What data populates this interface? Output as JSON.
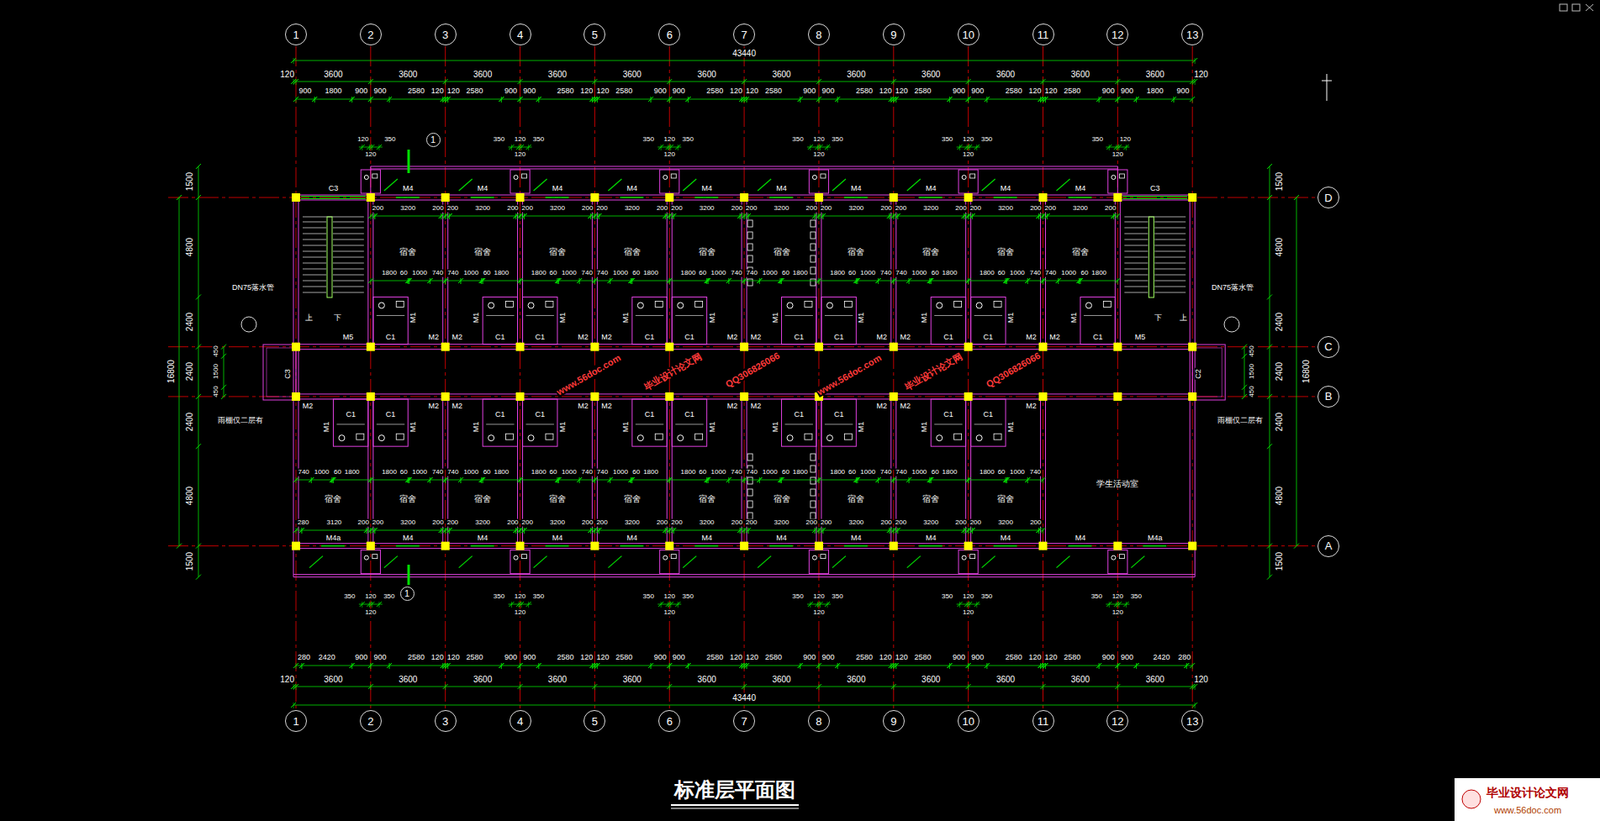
{
  "diagram": {
    "title": "标准层平面图",
    "nodes": [
      {
        "text": [
          "1"
        ]
      },
      {
        "text": [
          "2"
        ]
      },
      {
        "text": [
          "3"
        ]
      },
      {
        "text": [
          "4"
        ]
      },
      {
        "text": [
          "5"
        ]
      },
      {
        "text": [
          "6"
        ]
      },
      {
        "text": [
          "7"
        ]
      },
      {
        "text": [
          "8"
        ]
      },
      {
        "text": [
          "9"
        ]
      },
      {
        "text": [
          "10"
        ]
      },
      {
        "text": [
          "11"
        ]
      },
      {
        "text": [
          "12"
        ]
      },
      {
        "text": [
          "13"
        ]
      },
      {
        "text": [
          "1"
        ]
      },
      {
        "text": [
          "D"
        ]
      },
      {
        "text": [
          "C"
        ]
      },
      {
        "text": [
          "B"
        ]
      },
      {
        "text": [
          "A"
        ]
      },
      {
        "text": [
          "1"
        ]
      },
      {
        "text": [
          "1"
        ]
      },
      {
        "text": [
          "2"
        ]
      },
      {
        "text": [
          "3"
        ]
      },
      {
        "text": [
          "4"
        ]
      },
      {
        "text": [
          "5"
        ]
      },
      {
        "text": [
          "6"
        ]
      },
      {
        "text": [
          "7"
        ]
      },
      {
        "text": [
          "8"
        ]
      },
      {
        "text": [
          "9"
        ]
      },
      {
        "text": [
          "10"
        ]
      },
      {
        "text": [
          "11"
        ]
      },
      {
        "text": [
          "12"
        ]
      },
      {
        "text": [
          "13"
        ]
      }
    ],
    "labels": [
      "43440",
      "120",
      "3600",
      "3600",
      "3600",
      "3600",
      "3600",
      "3600",
      "3600",
      "3600",
      "3600",
      "3600",
      "3600",
      "3600",
      "120",
      "900",
      "1800",
      "900",
      "900",
      "2580",
      "120",
      "120",
      "2580",
      "900",
      "900",
      "2580",
      "120",
      "120",
      "2580",
      "900",
      "900",
      "2580",
      "120",
      "120",
      "2580",
      "900",
      "900",
      "2580",
      "120",
      "120",
      "2580",
      "900",
      "900",
      "2580",
      "120",
      "120",
      "2580",
      "900",
      "900",
      "1800",
      "900",
      "120",
      "350",
      "350",
      "120",
      "350",
      "350",
      "120",
      "350",
      "350",
      "120",
      "350",
      "350",
      "120",
      "350",
      "350",
      "120",
      "120",
      "120",
      "120",
      "120",
      "120",
      "120",
      "200",
      "3200",
      "200",
      "200",
      "3200",
      "200",
      "200",
      "3200",
      "200",
      "200",
      "3200",
      "200",
      "200",
      "3200",
      "200",
      "200",
      "3200",
      "200",
      "200",
      "3200",
      "200",
      "200",
      "3200",
      "200",
      "200",
      "3200",
      "200",
      "200",
      "3200",
      "200",
      "宿舍",
      "宿舍",
      "宿舍",
      "宿舍",
      "宿舍",
      "宿舍",
      "宿舍",
      "宿舍",
      "宿舍",
      "宿舍",
      "1800",
      "60",
      "1000",
      "740",
      "740",
      "1000",
      "60",
      "1800",
      "1800",
      "60",
      "1000",
      "740",
      "740",
      "1000",
      "60",
      "1800",
      "1800",
      "60",
      "1000",
      "740",
      "740",
      "1000",
      "60",
      "1800",
      "1800",
      "60",
      "1000",
      "740",
      "740",
      "1000",
      "60",
      "1800",
      "1800",
      "60",
      "1000",
      "740",
      "740",
      "1000",
      "60",
      "1800",
      "C3",
      "M4",
      "M4",
      "M4",
      "M4",
      "M4",
      "M4",
      "M4",
      "M4",
      "M4",
      "M4",
      "C3",
      "上",
      "下",
      "下",
      "上",
      "M5",
      "M5",
      "DN75落水管",
      "DN75落水管",
      "C3",
      "C2",
      "雨棚仅二层有",
      "雨棚仅二层有",
      "C1",
      "M1",
      "M2",
      "C1",
      "M1",
      "M2",
      "C1",
      "M1",
      "M2",
      "C1",
      "M1",
      "M2",
      "C1",
      "M1",
      "M2",
      "C1",
      "M1",
      "M2",
      "C1",
      "M1",
      "M2",
      "C1",
      "M1",
      "M2",
      "C1",
      "M1",
      "M2",
      "C1",
      "M1",
      "M2",
      "M2",
      "C1",
      "M1",
      "M2",
      "C1",
      "M1",
      "M2",
      "C1",
      "M1",
      "M2",
      "C1",
      "M1",
      "M2",
      "C1",
      "M1",
      "M2",
      "C1",
      "M1",
      "M2",
      "C1",
      "M1",
      "M2",
      "C1",
      "M1",
      "M2",
      "C1",
      "M1",
      "M2",
      "C1",
      "M1",
      "740",
      "1000",
      "60",
      "1800",
      "1800",
      "60",
      "1000",
      "740",
      "740",
      "1000",
      "60",
      "1800",
      "1800",
      "60",
      "1000",
      "740",
      "740",
      "1000",
      "60",
      "1800",
      "1800",
      "60",
      "1000",
      "740",
      "740",
      "1000",
      "60",
      "1800",
      "1800",
      "60",
      "1000",
      "740",
      "740",
      "1000",
      "60",
      "1800",
      "1800",
      "60",
      "1000",
      "740",
      "宿舍",
      "宿舍",
      "宿舍",
      "宿舍",
      "宿舍",
      "宿舍",
      "宿舍",
      "宿舍",
      "宿舍",
      "宿舍",
      "学生活动室",
      "280",
      "3120",
      "200",
      "200",
      "3200",
      "200",
      "200",
      "3200",
      "200",
      "200",
      "3200",
      "200",
      "200",
      "3200",
      "200",
      "200",
      "3200",
      "200",
      "200",
      "3200",
      "200",
      "200",
      "3200",
      "200",
      "200",
      "3200",
      "200",
      "200",
      "3200",
      "200",
      "M4a",
      "M4",
      "M4",
      "M4",
      "M4",
      "M4",
      "M4",
      "M4",
      "M4",
      "M4",
      "M4",
      "M4a",
      "350",
      "120",
      "350",
      "350",
      "120",
      "350",
      "350",
      "120",
      "350",
      "350",
      "120",
      "350",
      "350",
      "120",
      "350",
      "350",
      "120",
      "350",
      "120",
      "120",
      "120",
      "120",
      "120",
      "120",
      "280",
      "2420",
      "900",
      "900",
      "2580",
      "120",
      "120",
      "2580",
      "900",
      "900",
      "2580",
      "120",
      "120",
      "2580",
      "900",
      "900",
      "2580",
      "120",
      "120",
      "2580",
      "900",
      "900",
      "2580",
      "120",
      "120",
      "2580",
      "900",
      "900",
      "2580",
      "120",
      "120",
      "2580",
      "900",
      "900",
      "2420",
      "280",
      "120",
      "3600",
      "3600",
      "3600",
      "3600",
      "3600",
      "3600",
      "3600",
      "3600",
      "3600",
      "3600",
      "3600",
      "3600",
      "120",
      "43440",
      "1500",
      "4800",
      "2400",
      "2400",
      "2400",
      "4800",
      "1500",
      "16800",
      "450",
      "1500",
      "450",
      "1500",
      "4800",
      "2400",
      "2400",
      "2400",
      "4800",
      "1500",
      "16800",
      "450",
      "1500",
      "450",
      "毕业设计论文网",
      "www.56doc.com",
      "QQ306826066",
      "毕业设计论文网",
      "www.56doc.com",
      "QQ306826066",
      "毕业设计论文网",
      "www.56doc.com"
    ]
  }
}
